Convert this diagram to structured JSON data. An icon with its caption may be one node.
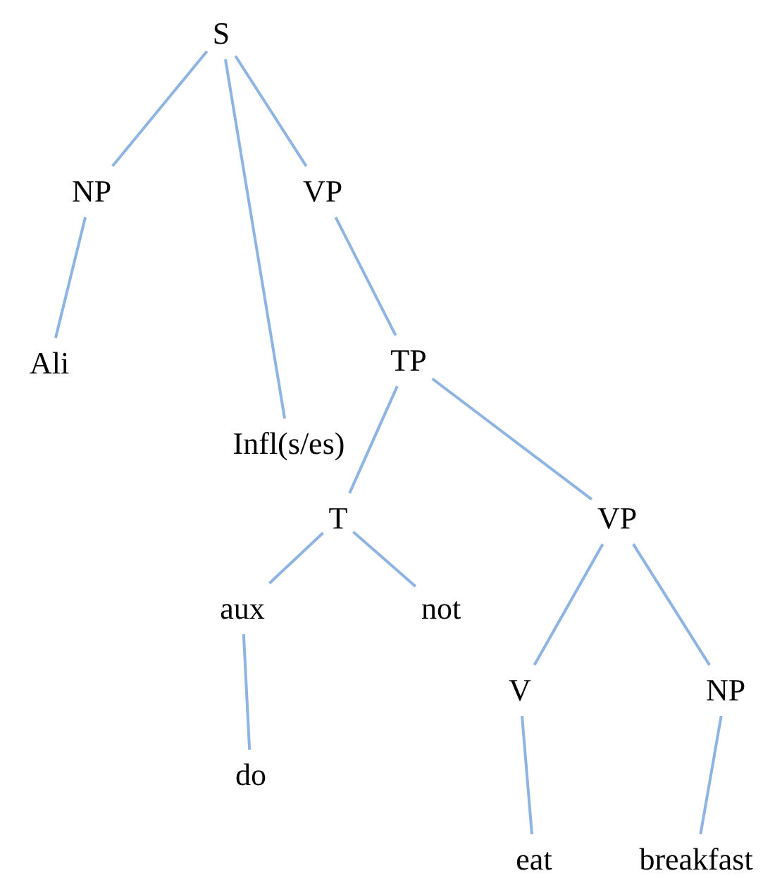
{
  "diagram": {
    "nodes": [
      {
        "text": [
          "S"
        ]
      },
      {
        "text": [
          "NP"
        ]
      },
      {
        "text": [
          "VP"
        ]
      },
      {
        "text": [
          "Ali"
        ]
      },
      {
        "text": [
          "Infl(s/es)"
        ]
      },
      {
        "text": [
          "TP"
        ]
      },
      {
        "text": [
          "T"
        ]
      },
      {
        "text": [
          "VP"
        ]
      },
      {
        "text": [
          "aux"
        ]
      },
      {
        "text": [
          "not"
        ]
      },
      {
        "text": [
          "do"
        ]
      },
      {
        "text": [
          "V"
        ]
      },
      {
        "text": [
          "NP"
        ]
      },
      {
        "text": [
          "eat"
        ]
      },
      {
        "text": [
          "breakfast"
        ]
      }
    ],
    "edges": [
      {
        "from": 0,
        "to": 1,
        "arrow": "none"
      },
      {
        "from": 0,
        "to": 4,
        "arrow": "none"
      },
      {
        "from": 0,
        "to": 2,
        "arrow": "none"
      },
      {
        "from": 1,
        "to": 3,
        "arrow": "none"
      },
      {
        "from": 2,
        "to": 5,
        "arrow": "none"
      },
      {
        "from": 5,
        "to": 6,
        "arrow": "none"
      },
      {
        "from": 5,
        "to": 7,
        "arrow": "none"
      },
      {
        "from": 6,
        "to": 8,
        "arrow": "none"
      },
      {
        "from": 6,
        "to": 9,
        "arrow": "none"
      },
      {
        "from": 8,
        "to": 10,
        "arrow": "none"
      },
      {
        "from": 7,
        "to": 11,
        "arrow": "none"
      },
      {
        "from": 7,
        "to": 12,
        "arrow": "none"
      },
      {
        "from": 11,
        "to": 13,
        "arrow": "none"
      },
      {
        "from": 12,
        "to": 14,
        "arrow": "none"
      }
    ]
  }
}
